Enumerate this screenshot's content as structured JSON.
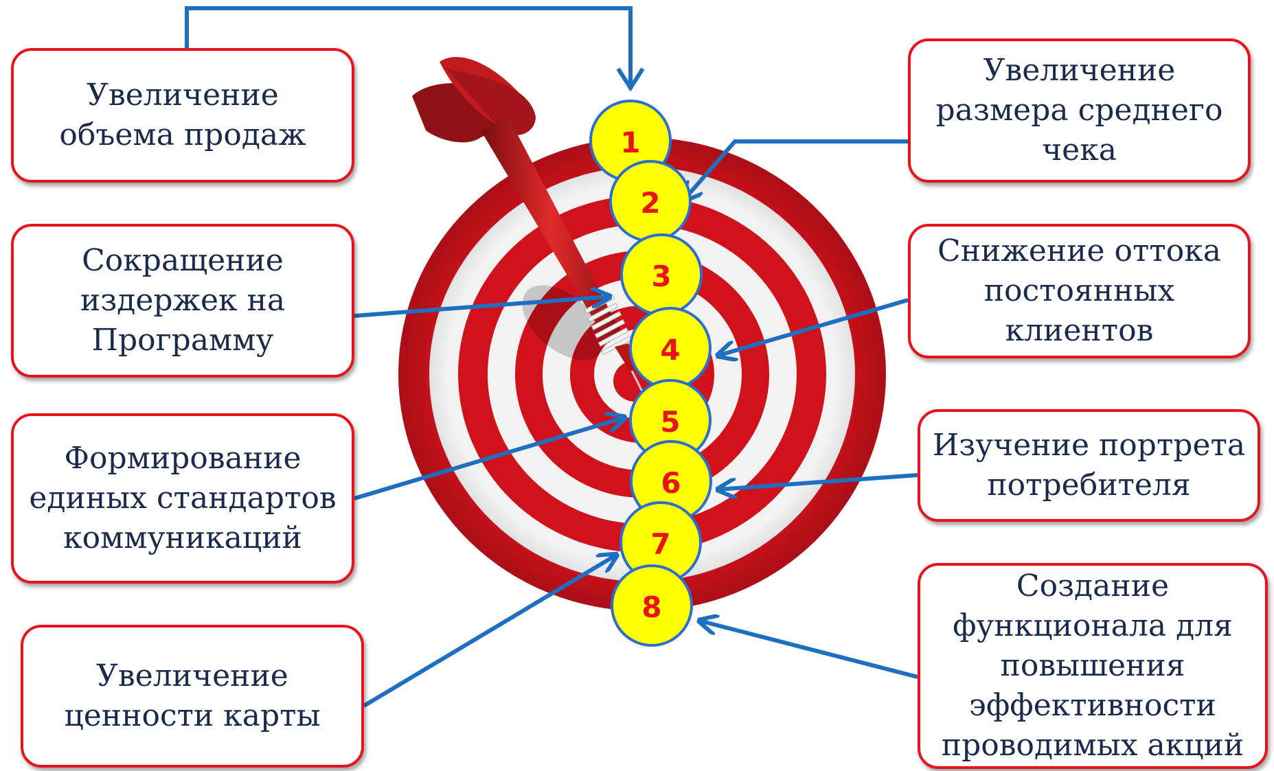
{
  "goals": [
    {
      "number": "1",
      "text": "Увеличение\nобъема продаж"
    },
    {
      "number": "2",
      "text": "Увеличение\nразмера среднего\nчека"
    },
    {
      "number": "3",
      "text": "Сокращение\nиздержек на\nПрограмму"
    },
    {
      "number": "4",
      "text": "Снижение оттока\nпостоянных\nклиентов"
    },
    {
      "number": "5",
      "text": "Формирование\nединых стандартов\nкоммуникаций"
    },
    {
      "number": "6",
      "text": "Изучение портрета\nпотребителя"
    },
    {
      "number": "7",
      "text": "Увеличение\nценности карты"
    },
    {
      "number": "8",
      "text": "Создание\nфункционала для\nповышения\nэффективности\nпроводимых акций"
    }
  ],
  "colors": {
    "box_border": "#e8131b",
    "box_text": "#1a2a4a",
    "arrow": "#1e6fc0",
    "circle_fill": "#ffff00",
    "circle_stroke": "#2a6fcf",
    "number_text": "#e8131b",
    "target_red": "#d0121c",
    "target_white": "#f2f2f2"
  }
}
